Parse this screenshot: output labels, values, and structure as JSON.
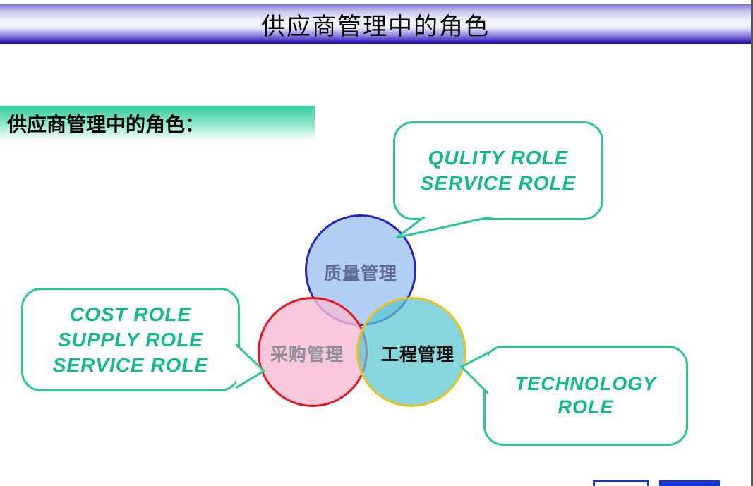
{
  "slide": {
    "title": "供应商管理中的角色"
  },
  "section": {
    "heading": "供应商管理中的角色："
  },
  "venn": {
    "quality": {
      "label": "质量管理"
    },
    "purchasing": {
      "label": "采购管理"
    },
    "engineering": {
      "label": "工程管理"
    }
  },
  "callouts": {
    "quality": {
      "lines": [
        "QULITY ROLE",
        "SERVICE ROLE"
      ]
    },
    "cost": {
      "lines": [
        "COST ROLE",
        "SUPPLY ROLE",
        "SERVICE ROLE"
      ]
    },
    "technology": {
      "lines": [
        "TECHNOLOGY",
        "ROLE"
      ]
    }
  },
  "colors": {
    "accent_green": "#2cc695",
    "callout_text_green": "#12b98b",
    "quality_circle_fill": "#b5cdf1",
    "quality_circle_border": "#2824c8",
    "quality_label_color": "#5f6b92",
    "purchasing_circle_fill": "#f8c8da",
    "purchasing_circle_border": "#e81420",
    "purchasing_label_color": "#8e8e96",
    "engineering_circle_fill": "#89d0d6",
    "engineering_circle_border": "#e7c41c",
    "engineering_label_color": "#0a0a0a",
    "header_gradient_dark": "#1c0f96",
    "section_bar_green": "#2fcf9d",
    "logo_blue": "#1836d6"
  }
}
